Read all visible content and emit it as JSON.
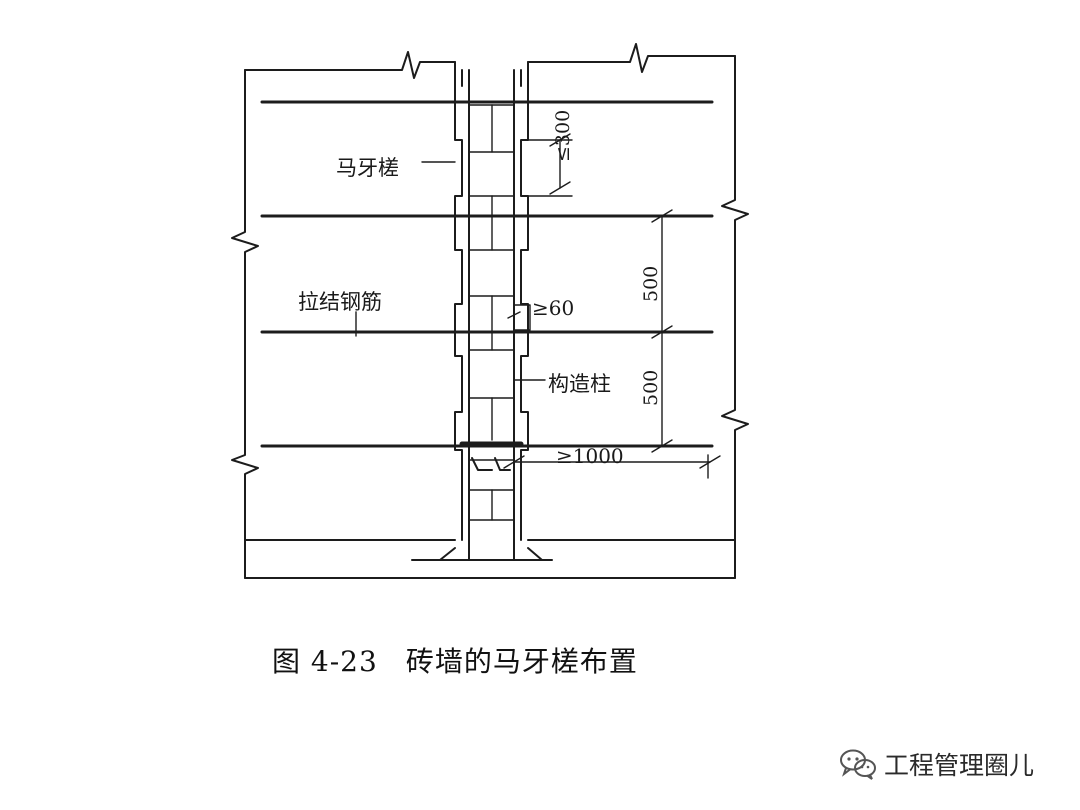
{
  "labels": {
    "mayacha": "马牙槎",
    "lajiegangjin": "拉结钢筋",
    "gouzaozhu": "构造柱",
    "dim_le_300": "≤300",
    "dim_500_upper": "500",
    "dim_500_lower": "500",
    "dim_ge_60": "≥60",
    "dim_ge_1000": "≥1000"
  },
  "caption": {
    "figure_number": "图 4-23",
    "title": "砖墙的马牙槎布置"
  },
  "watermark": {
    "icon": "wechat-icon",
    "text": "工程管理圈儿"
  }
}
